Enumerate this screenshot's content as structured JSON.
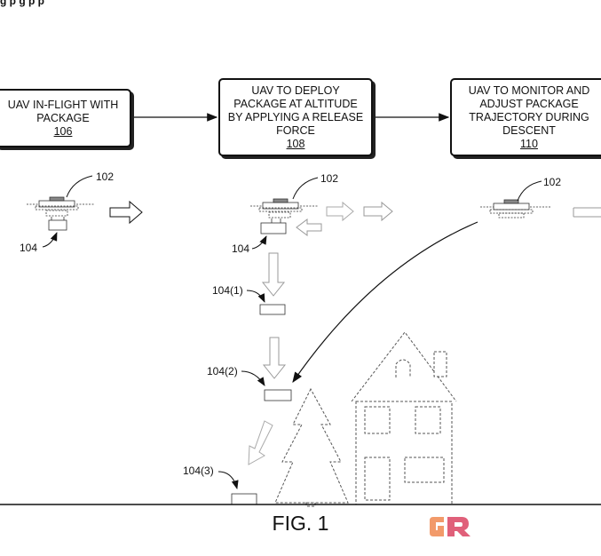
{
  "header_fragment": "g          p      g                p p",
  "boxes": [
    {
      "line1": "UAV IN-FLIGHT WITH",
      "line2": "PACKAGE",
      "number": "106"
    },
    {
      "line1": "UAV TO DEPLOY",
      "line2": "PACKAGE AT ALTITUDE",
      "line3": "BY APPLYING A RELEASE",
      "line4": "FORCE",
      "number": "108"
    },
    {
      "line1": "UAV TO MONITOR AND",
      "line2": "ADJUST PACKAGE",
      "line3": "TRAJECTORY DURING",
      "line4": "DESCENT",
      "number": "110"
    }
  ],
  "labels": {
    "uav_a": "102",
    "uav_b": "102",
    "uav_c": "102",
    "pkg_a": "104",
    "pkg_b": "104",
    "pkg_1": "104(1)",
    "pkg_2": "104(2)",
    "pkg_3": "104(3)"
  },
  "figure_caption": "FIG. 1",
  "watermark": "GR",
  "colors": {
    "ink": "#111111",
    "light": "#999999",
    "watermark_left": "#f29a6a",
    "watermark_right": "#e0607a"
  }
}
